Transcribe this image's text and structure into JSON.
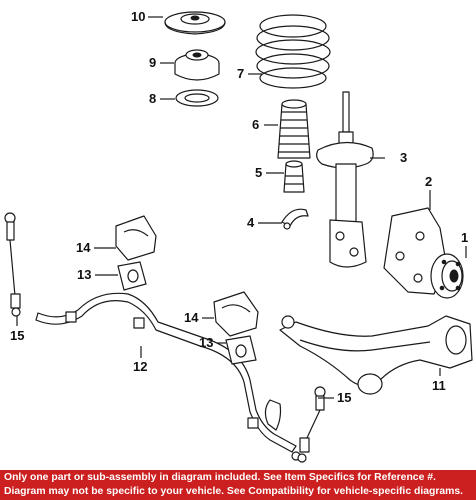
{
  "diagram": {
    "callouts": [
      "10",
      "9",
      "8",
      "7",
      "6",
      "5",
      "4",
      "3",
      "2",
      "1",
      "14",
      "13",
      "15",
      "12",
      "14",
      "13",
      "11",
      "15"
    ]
  },
  "footer": {
    "line1": "Only one part or sub-assembly in diagram included. See Item Specifics for Reference #.",
    "line2": "Diagram may not be specific to your vehicle. See Compatibility for vehicle-specific diagrams."
  },
  "colors": {
    "footer_bg": "#cc1f1f",
    "footer_text": "#ffffff",
    "lines": "#1a1a1a"
  }
}
